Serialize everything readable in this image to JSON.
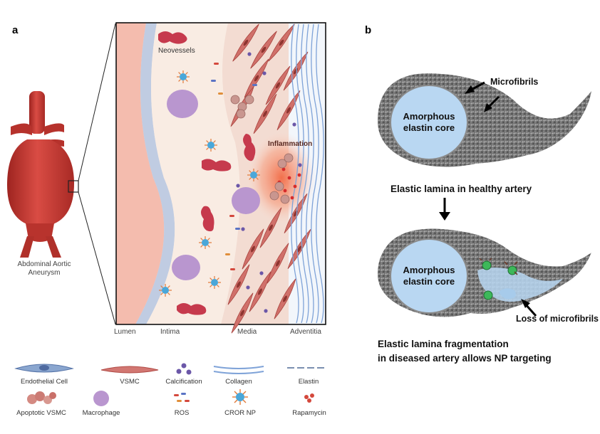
{
  "panel_a": {
    "letter": "a",
    "aorta_label_line1": "Abdominal Aortic",
    "aorta_label_line2": "Aneurysm",
    "labels": {
      "neovessels": "Neovessels",
      "inflammation": "Inflammation"
    },
    "layers": [
      "Lumen",
      "Intima",
      "Media",
      "Adventitia"
    ]
  },
  "legend": {
    "row1": [
      "Endothelial Cell",
      "VSMC",
      "Calcification",
      "Collagen",
      "Elastin"
    ],
    "row2": [
      "Apoptotic VSMC",
      "Macrophage",
      "ROS",
      "CROR NP",
      "Rapamycin"
    ]
  },
  "panel_b": {
    "letter": "b",
    "microfibrils": "Microfibrils",
    "core_line1": "Amorphous",
    "core_line2": "elastin core",
    "healthy_caption": "Elastic lamina in healthy artery",
    "loss_label": "Loss of microfibrils",
    "diseased_caption_line1": "Elastic lamina fragmentation",
    "diseased_caption_line2": "in diseased artery allows NP targeting"
  },
  "colors": {
    "aorta": "#c8403a",
    "lumen": "#f6c3b5",
    "intima": "#f8e8de",
    "endothelium": "#8aa6cf",
    "vsmc": "#d0706a",
    "neovessel": "#c0394a",
    "macrophage": "#b996cf",
    "inflammation": "#f47a55",
    "elastin_core": "#b9d7f2",
    "fiber": "#8a8a8a",
    "np_green": "#3db85a"
  }
}
